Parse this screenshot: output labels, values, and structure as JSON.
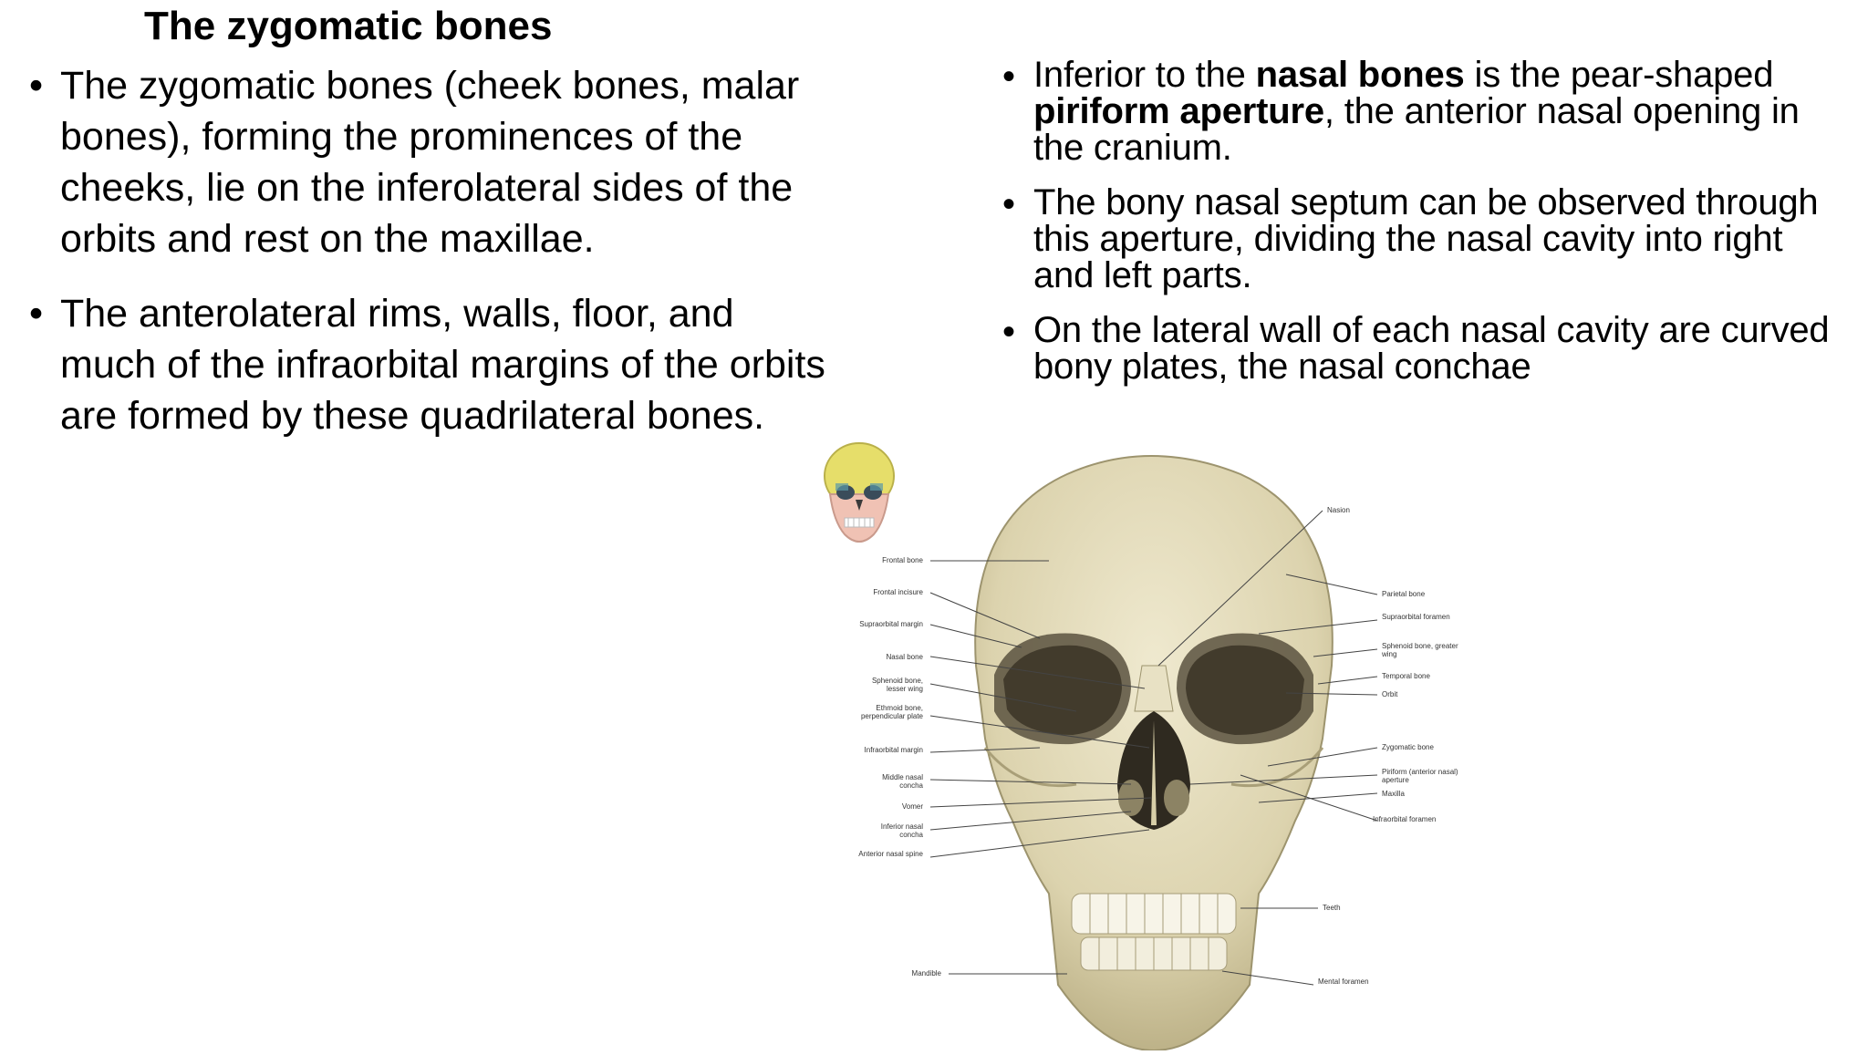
{
  "title": "The zygomatic bones",
  "left_bullets": [
    {
      "text": "The zygomatic bones (cheek bones, malar bones), forming the prominences of the cheeks, lie on the inferolateral sides of the orbits and rest on the maxillae."
    },
    {
      "text": "The anterolateral rims, walls, floor, and much of the infraorbital margins of the orbits are formed by these quadrilateral bones."
    }
  ],
  "right_bullets": [
    {
      "t1": "Inferior to the ",
      "b1": "nasal bones",
      "t2": " is the pear-shaped ",
      "b2": "piriform aperture",
      "t3": ", the anterior nasal opening in the cranium."
    },
    {
      "t1": "The bony nasal septum can be observed through this aperture, dividing the nasal cavity into right and left parts."
    },
    {
      "t1": "On the lateral wall of each nasal cavity are curved bony plates, the nasal conchae"
    }
  ],
  "bullet_glyph": "•",
  "figure": {
    "left_labels": [
      "Frontal bone",
      "Frontal incisure",
      "Supraorbital margin",
      "Nasal bone",
      "Sphenoid bone, lesser wing",
      "Ethmoid bone, perpendicular plate",
      "Infraorbital margin",
      "Middle nasal concha",
      "Vomer",
      "Inferior nasal concha",
      "Anterior nasal spine",
      "Mandible"
    ],
    "right_labels": [
      "Nasion",
      "Parietal bone",
      "Supraorbital foramen",
      "Sphenoid bone, greater wing",
      "Temporal bone",
      "Orbit",
      "Zygomatic bone",
      "Piriform (anterior nasal) aperture",
      "Maxilla",
      "Infraorbital foramen",
      "Teeth",
      "Mental foramen"
    ]
  },
  "colors": {
    "bone": "#e6dfc2",
    "bone_shadow": "#b8ad86",
    "thumb_skull": "#e8e070",
    "thumb_face": "#f2c4b8"
  }
}
